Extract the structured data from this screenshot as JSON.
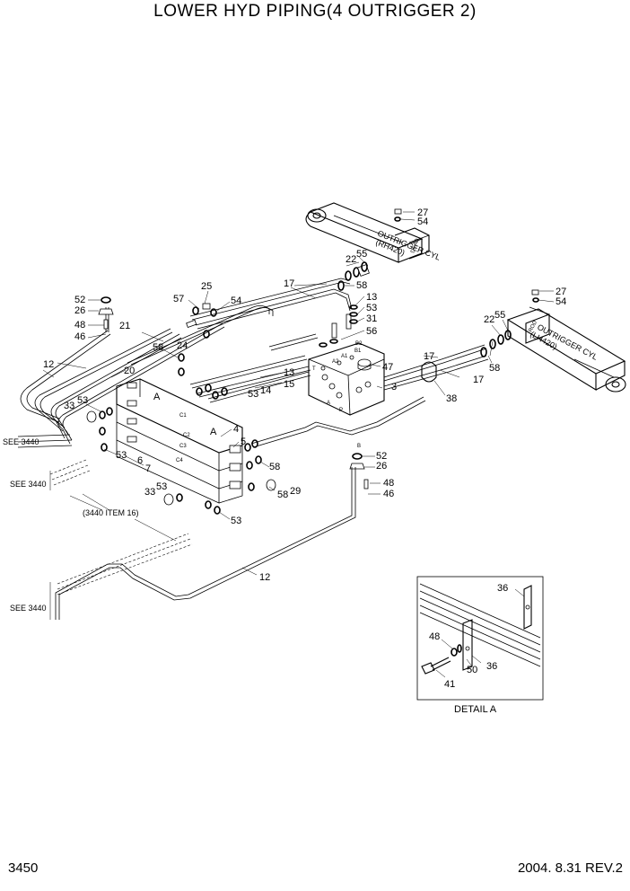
{
  "header": {
    "title": "LOWER HYD PIPING(4 OUTRIGGER 2)"
  },
  "footer": {
    "page_number": "3450",
    "revision": "2004. 8.31  REV.2"
  },
  "references": {
    "see_1": "SEE 3440",
    "see_2": "SEE 3440",
    "see_3": "SEE 3440",
    "item_note": "(3440 ITEM 16)"
  },
  "cylinders": {
    "upper_label": "OUTRIGGER CYL",
    "upper_sub": "(RH420)",
    "upper_cap": "DEAD",
    "right_label": "OUTRIGGER CYL",
    "right_sub": "(LH420)",
    "right_cap": "ROD"
  },
  "detail": {
    "caption": "DETAIL  A",
    "callouts": [
      "36",
      "48",
      "50",
      "36",
      "41"
    ]
  },
  "view_markers": {
    "a1": "A",
    "a2": "A"
  },
  "callouts": {
    "c27a": "27",
    "c54a": "54",
    "c22a": "22",
    "c55a": "55",
    "c58a": "58",
    "c17a": "17",
    "c13a": "13",
    "c53a": "53",
    "c31": "31",
    "c56": "56",
    "c25": "25",
    "c57": "57",
    "c54b": "54",
    "c52a": "52",
    "c26a": "26",
    "c48a": "48",
    "c46a": "46",
    "c21": "21",
    "c58b": "58",
    "c24": "24",
    "c12a": "12",
    "c20": "20",
    "c53b": "53",
    "c33a": "33",
    "c13b": "13",
    "c15": "15",
    "c14": "14",
    "c53c": "53",
    "c47": "47",
    "c3": "3",
    "c27b": "27",
    "c54c": "54",
    "c22b": "22",
    "c55b": "55",
    "c17b": "17",
    "c17c": "17",
    "c58c": "58",
    "c38": "38",
    "c4": "4",
    "c5": "5",
    "c53d": "53",
    "c6": "6",
    "c7": "7",
    "c58d": "58",
    "c52b": "52",
    "c26b": "26",
    "c48b": "48",
    "c46b": "46",
    "c33b": "33",
    "c53e": "53",
    "c58e": "58",
    "c29": "29",
    "c53f": "53",
    "c12b": "12"
  },
  "port_labels": {
    "p_a1": "A1",
    "p_a2": "A2",
    "p_b1": "B1",
    "p_b2": "B2",
    "p_c1": "C1",
    "p_c2": "C2",
    "p_c3": "C3",
    "p_c4": "C4",
    "p_t": "T",
    "p_p": "P",
    "p_a": "A",
    "p_b": "B"
  }
}
